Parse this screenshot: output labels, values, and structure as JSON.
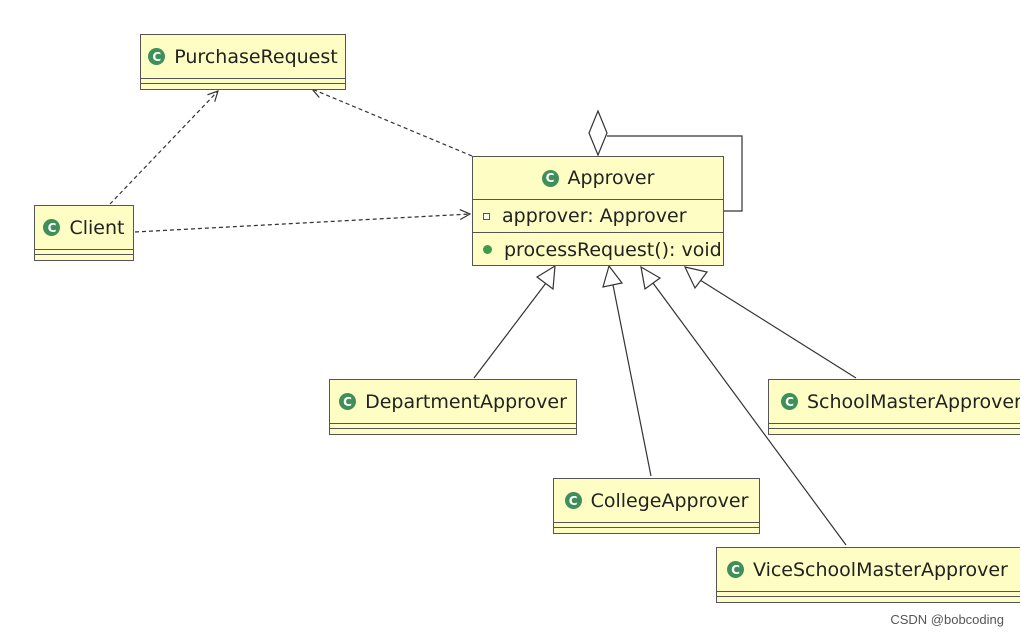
{
  "diagram": {
    "classes": {
      "purchase_request": {
        "name": "PurchaseRequest"
      },
      "client": {
        "name": "Client"
      },
      "approver": {
        "name": "Approver",
        "attributes": [
          {
            "visibility": "private",
            "text": "approver: Approver"
          }
        ],
        "operations": [
          {
            "visibility": "public",
            "text": "processRequest(): void"
          }
        ]
      },
      "department_approver": {
        "name": "DepartmentApprover"
      },
      "college_approver": {
        "name": "CollegeApprover"
      },
      "school_master_approver": {
        "name": "SchoolMasterApprover"
      },
      "vice_school_master_approver": {
        "name": "ViceSchoolMasterApprover"
      }
    },
    "class_icon_glyph": "C",
    "relations": [
      {
        "type": "dependency",
        "from": "Client",
        "to": "PurchaseRequest"
      },
      {
        "type": "dependency",
        "from": "Approver",
        "to": "PurchaseRequest"
      },
      {
        "type": "dependency",
        "from": "Client",
        "to": "Approver"
      },
      {
        "type": "aggregation",
        "from": "Approver",
        "to": "Approver"
      },
      {
        "type": "generalization",
        "from": "DepartmentApprover",
        "to": "Approver"
      },
      {
        "type": "generalization",
        "from": "CollegeApprover",
        "to": "Approver"
      },
      {
        "type": "generalization",
        "from": "ViceSchoolMasterApprover",
        "to": "Approver"
      },
      {
        "type": "generalization",
        "from": "SchoolMasterApprover",
        "to": "Approver"
      }
    ]
  },
  "colors": {
    "class_fill": "#fdfdc4",
    "class_border": "#555555",
    "class_icon": "#3f8f5a",
    "private_marker": "#b42b2b",
    "public_marker": "#3f9a49"
  },
  "watermark": "CSDN @bobcoding"
}
